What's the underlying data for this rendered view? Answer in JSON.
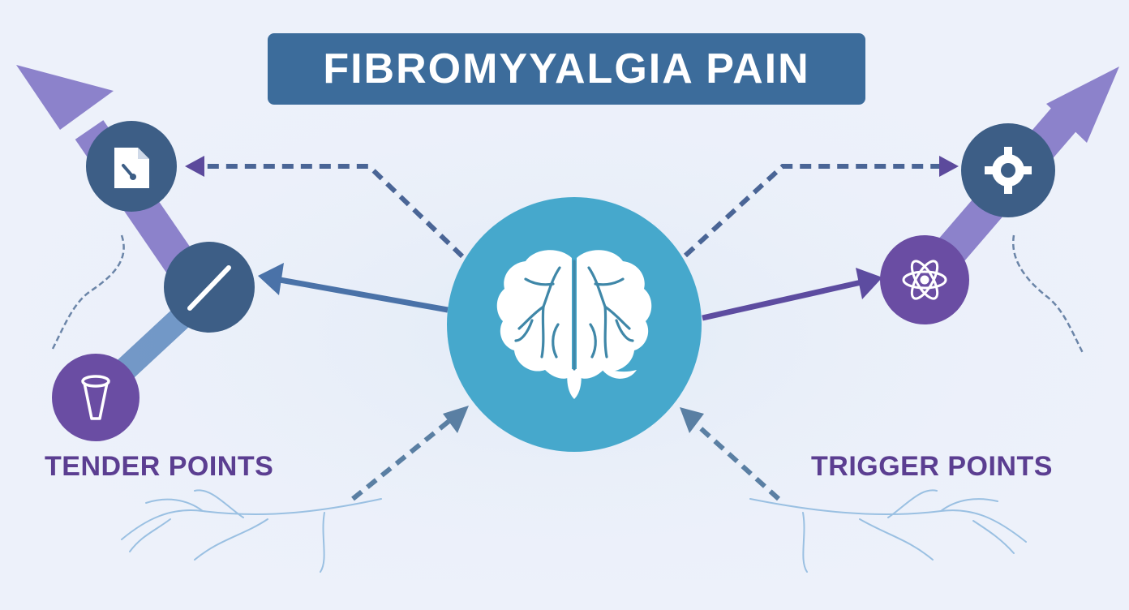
{
  "title": "FIBROMYYALGIA PAIN",
  "labels": {
    "left": "TENDER POINTS",
    "right": "TRIGGER POINTS"
  },
  "colors": {
    "background": "#edf1fa",
    "title_bg": "#3c6c9b",
    "brain_circle": "#46a8cc",
    "dark_node": "#3d5e86",
    "purple_node": "#6a4da3",
    "purple_arrow": "#8c82cb",
    "blue_arrow": "#4a72a8",
    "label_text": "#5b3e91",
    "nerve": "#8fb6dc"
  },
  "icons": [
    "brain-icon",
    "document-icon",
    "slash-icon",
    "pin-icon",
    "gear-icon",
    "molecule-icon"
  ]
}
